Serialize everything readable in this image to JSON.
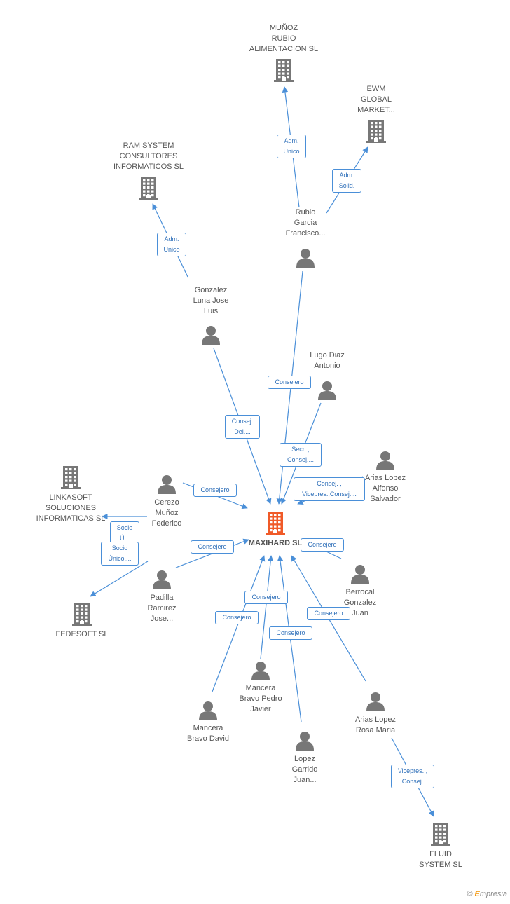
{
  "brand": {
    "copyright": "©",
    "name_e": "E",
    "name_rest": "mpresia"
  },
  "colors": {
    "edge": "#4a8fd8",
    "building": "#777777",
    "center_building": "#f05a28",
    "person": "#777777"
  },
  "nodes": [
    {
      "id": "maxihard",
      "label": "MAXIHARD SL",
      "type": "company",
      "center": true
    },
    {
      "id": "munoz_rubio",
      "label": "MUÑOZ\nRUBIO\nALIMENTACION SL",
      "type": "company"
    },
    {
      "id": "ewm",
      "label": "EWM\nGLOBAL\nMARKET...",
      "type": "company"
    },
    {
      "id": "ram",
      "label": "RAM SYSTEM\nCONSULTORES\nINFORMATICOS SL",
      "type": "company"
    },
    {
      "id": "linkasoft",
      "label": "LINKASOFT\nSOLUCIONES\nINFORMATICAS SL",
      "type": "company"
    },
    {
      "id": "fedesoft",
      "label": "FEDESOFT SL",
      "type": "company"
    },
    {
      "id": "fluid",
      "label": "FLUID\nSYSTEM SL",
      "type": "company"
    },
    {
      "id": "rubio_garcia",
      "label": "Rubio\nGarcia\nFrancisco...",
      "type": "person"
    },
    {
      "id": "gonzalez_luna",
      "label": "Gonzalez\nLuna Jose\nLuis",
      "type": "person"
    },
    {
      "id": "lugo_diaz",
      "label": "Lugo Diaz\nAntonio",
      "type": "person"
    },
    {
      "id": "arias_alfonso",
      "label": "Arias Lopez\nAlfonso\nSalvador",
      "type": "person"
    },
    {
      "id": "cerezo",
      "label": "Cerezo\nMuñoz\nFederico",
      "type": "person"
    },
    {
      "id": "padilla",
      "label": "Padilla\nRamirez\nJose...",
      "type": "person"
    },
    {
      "id": "berrocal",
      "label": "Berrocal\nGonzalez\nJuan",
      "type": "person"
    },
    {
      "id": "mancera_pedro",
      "label": "Mancera\nBravo Pedro\nJavier",
      "type": "person"
    },
    {
      "id": "mancera_david",
      "label": "Mancera\nBravo David",
      "type": "person"
    },
    {
      "id": "lopez_garrido",
      "label": "Lopez\nGarrido\nJuan...",
      "type": "person"
    },
    {
      "id": "arias_rosa",
      "label": "Arias Lopez\nRosa Maria",
      "type": "person"
    }
  ],
  "relations": [
    {
      "from": "rubio_garcia",
      "to": "munoz_rubio",
      "label": "Adm.\nUnico"
    },
    {
      "from": "rubio_garcia",
      "to": "ewm",
      "label": "Adm.\nSolid."
    },
    {
      "from": "gonzalez_luna",
      "to": "ram",
      "label": "Adm.\nUnico"
    },
    {
      "from": "rubio_garcia",
      "to": "maxihard",
      "label": "Consejero"
    },
    {
      "from": "gonzalez_luna",
      "to": "maxihard",
      "label": "Consej.\nDel...."
    },
    {
      "from": "lugo_diaz",
      "to": "maxihard",
      "label": "Secr. ,\nConsej...."
    },
    {
      "from": "arias_alfonso",
      "to": "maxihard",
      "label": "Consej. ,\nVicepres.,Consej...."
    },
    {
      "from": "cerezo",
      "to": "maxihard",
      "label": "Consejero"
    },
    {
      "from": "cerezo",
      "to": "linkasoft",
      "label": "Socio\nÚ..."
    },
    {
      "from": "padilla",
      "to": "fedesoft",
      "label": "Socio\nÚnico,..."
    },
    {
      "from": "padilla",
      "to": "maxihard",
      "label": "Consejero"
    },
    {
      "from": "berrocal",
      "to": "maxihard",
      "label": "Consejero"
    },
    {
      "from": "mancera_pedro",
      "to": "maxihard",
      "label": "Consejero"
    },
    {
      "from": "mancera_david",
      "to": "maxihard",
      "label": "Consejero"
    },
    {
      "from": "lopez_garrido",
      "to": "maxihard",
      "label": "Consejero"
    },
    {
      "from": "arias_rosa",
      "to": "maxihard",
      "label": "Consejero"
    },
    {
      "from": "arias_rosa",
      "to": "fluid",
      "label": "Vicepres. ,\nConsej."
    }
  ]
}
